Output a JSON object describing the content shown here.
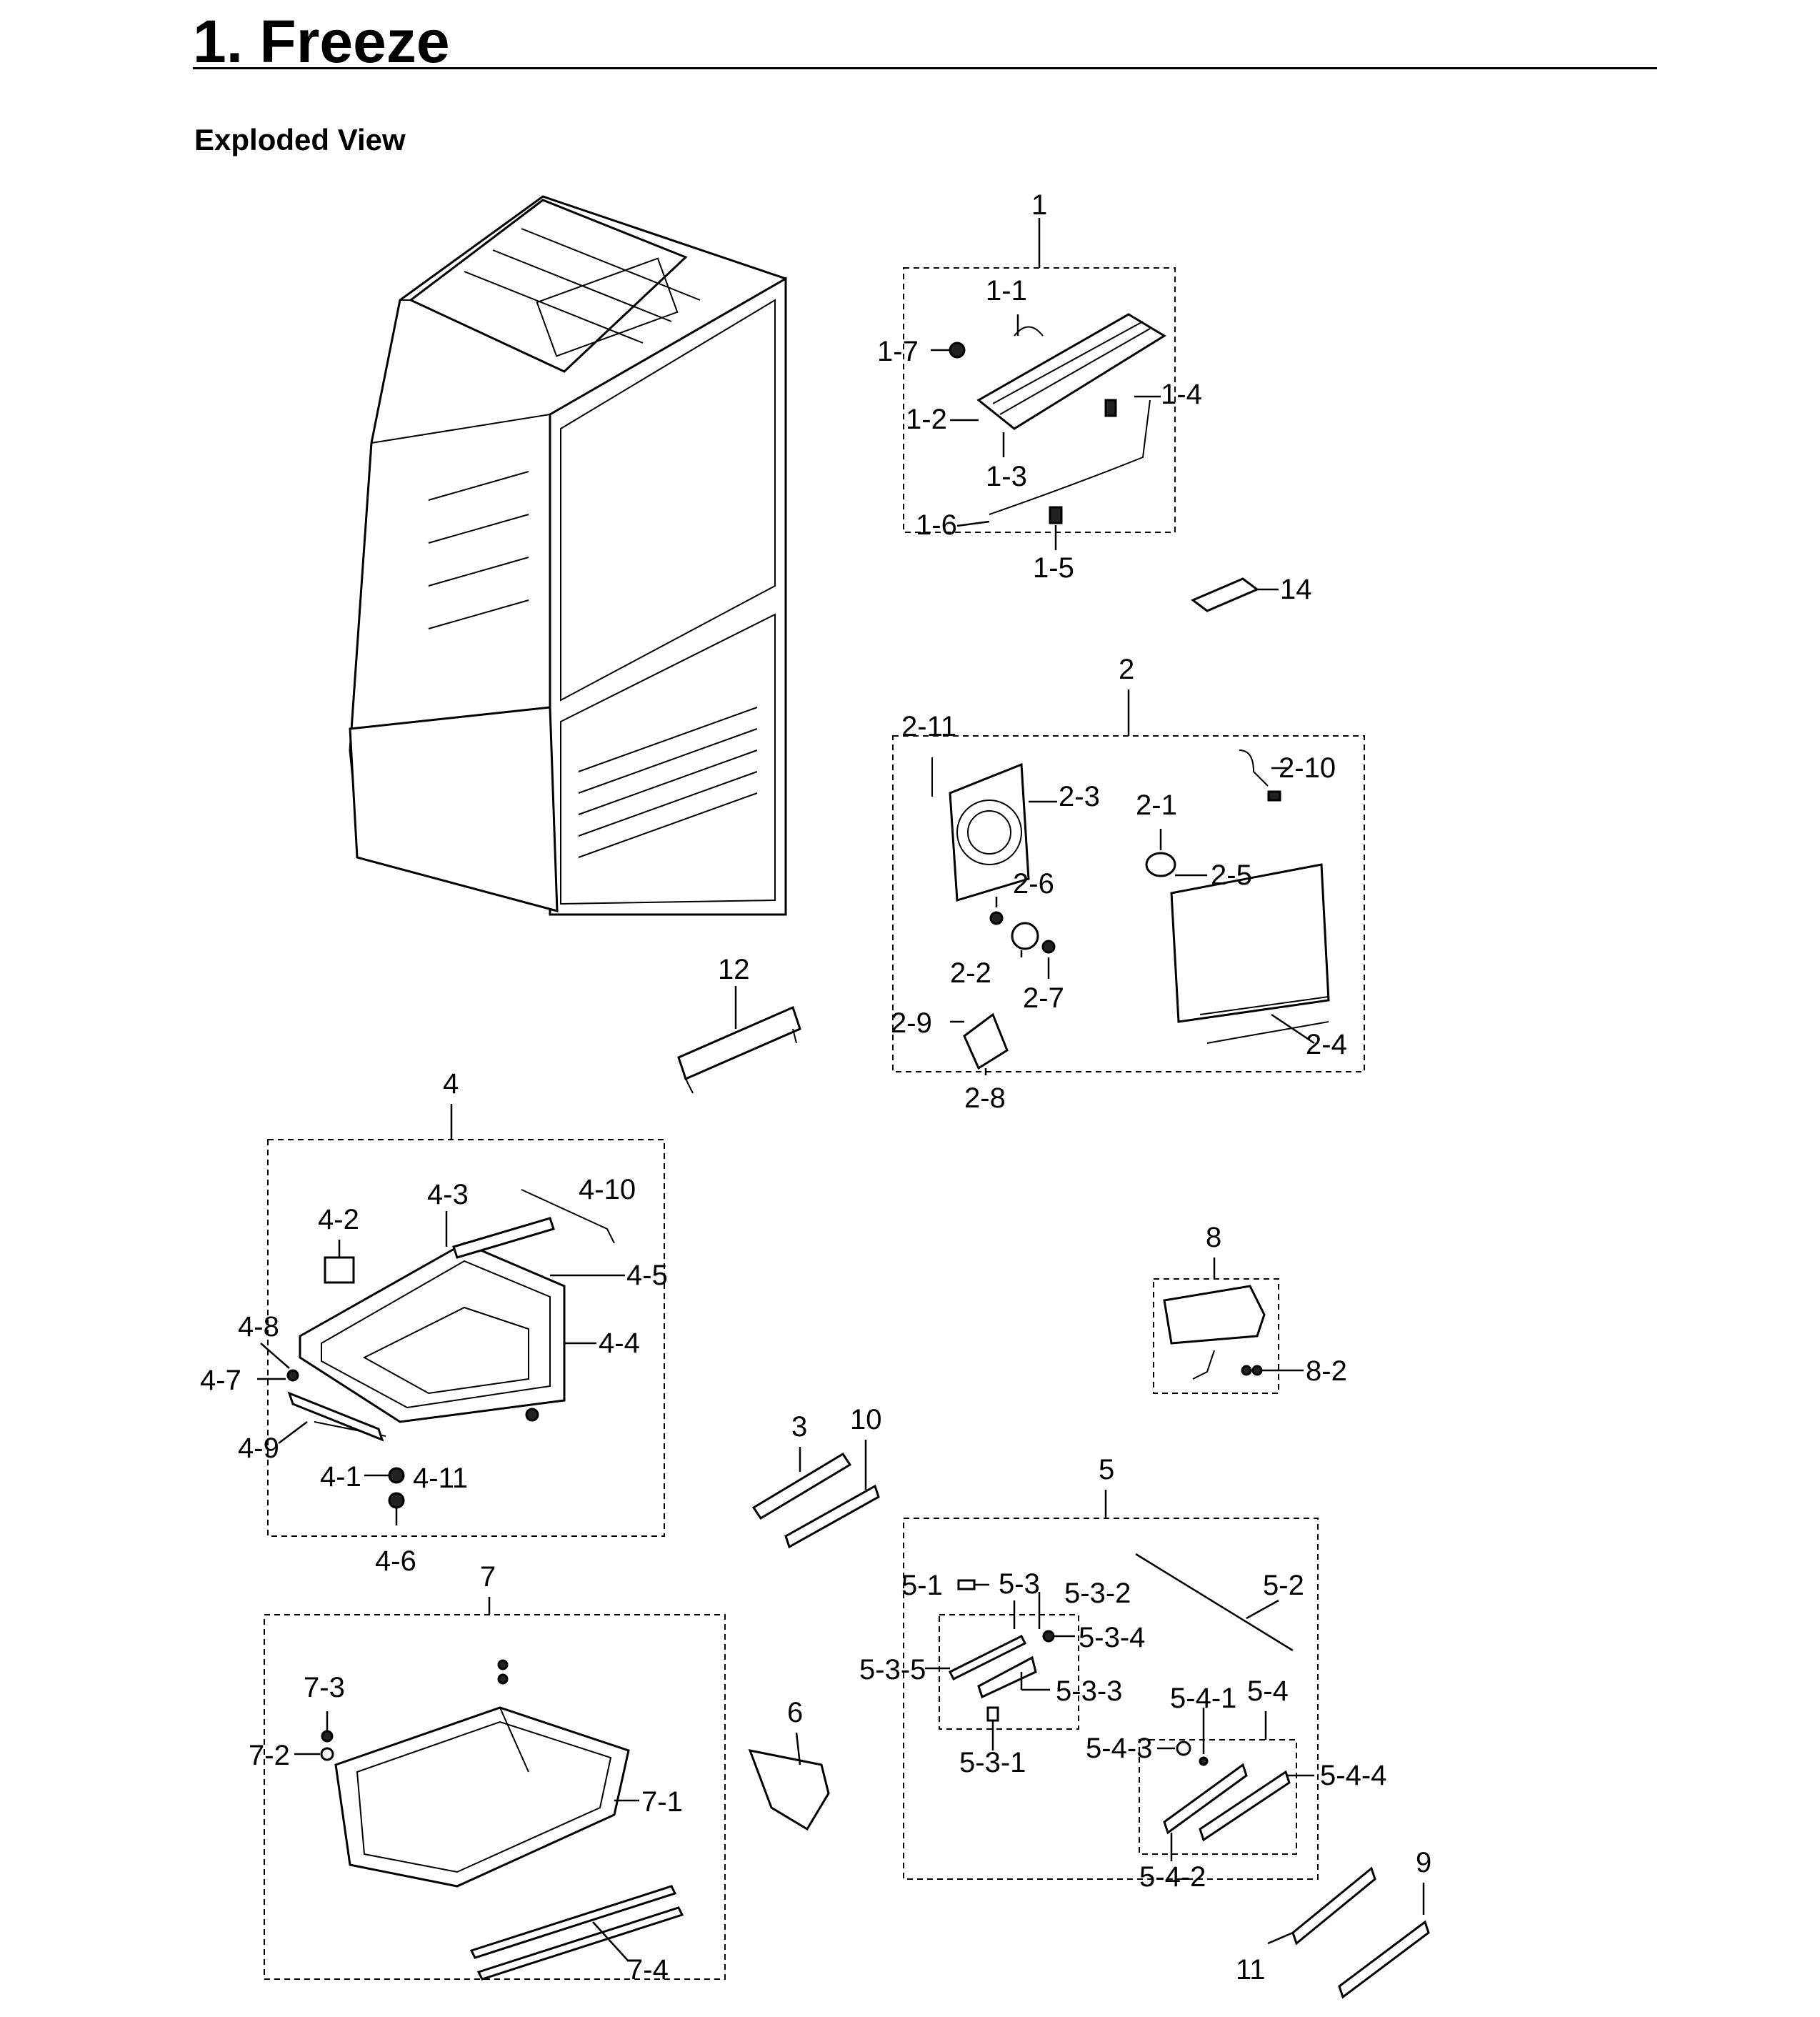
{
  "header": {
    "title": "1.  Freeze",
    "subtitle": "Exploded View"
  },
  "labels": {
    "l1": "1",
    "l1_1": "1-1",
    "l1_2": "1-2",
    "l1_3": "1-3",
    "l1_4": "1-4",
    "l1_5": "1-5",
    "l1_6": "1-6",
    "l1_7": "1-7",
    "l14": "14",
    "l2": "2",
    "l2_1": "2-1",
    "l2_2": "2-2",
    "l2_3": "2-3",
    "l2_4": "2-4",
    "l2_5": "2-5",
    "l2_6": "2-6",
    "l2_7": "2-7",
    "l2_8": "2-8",
    "l2_9": "2-9",
    "l2_10": "2-10",
    "l2_11": "2-11",
    "l12": "12",
    "l4": "4",
    "l4_1": "4-1",
    "l4_2": "4-2",
    "l4_3": "4-3",
    "l4_4": "4-4",
    "l4_5": "4-5",
    "l4_6": "4-6",
    "l4_7": "4-7",
    "l4_8": "4-8",
    "l4_9": "4-9",
    "l4_10": "4-10",
    "l4_11": "4-11",
    "l8": "8",
    "l8_2": "8-2",
    "l3": "3",
    "l10": "10",
    "l5": "5",
    "l5_1": "5-1",
    "l5_2": "5-2",
    "l5_3": "5-3",
    "l5_3_1": "5-3-1",
    "l5_3_2": "5-3-2",
    "l5_3_3": "5-3-3",
    "l5_3_4": "5-3-4",
    "l5_3_5": "5-3-5",
    "l5_4": "5-4",
    "l5_4_1": "5-4-1",
    "l5_4_2": "5-4-2",
    "l5_4_3": "5-4-3",
    "l5_4_4": "5-4-4",
    "l7": "7",
    "l7_1": "7-1",
    "l7_2": "7-2",
    "l7_3": "7-3",
    "l7_4": "7-4",
    "l6": "6",
    "l9": "9",
    "l11": "11"
  }
}
